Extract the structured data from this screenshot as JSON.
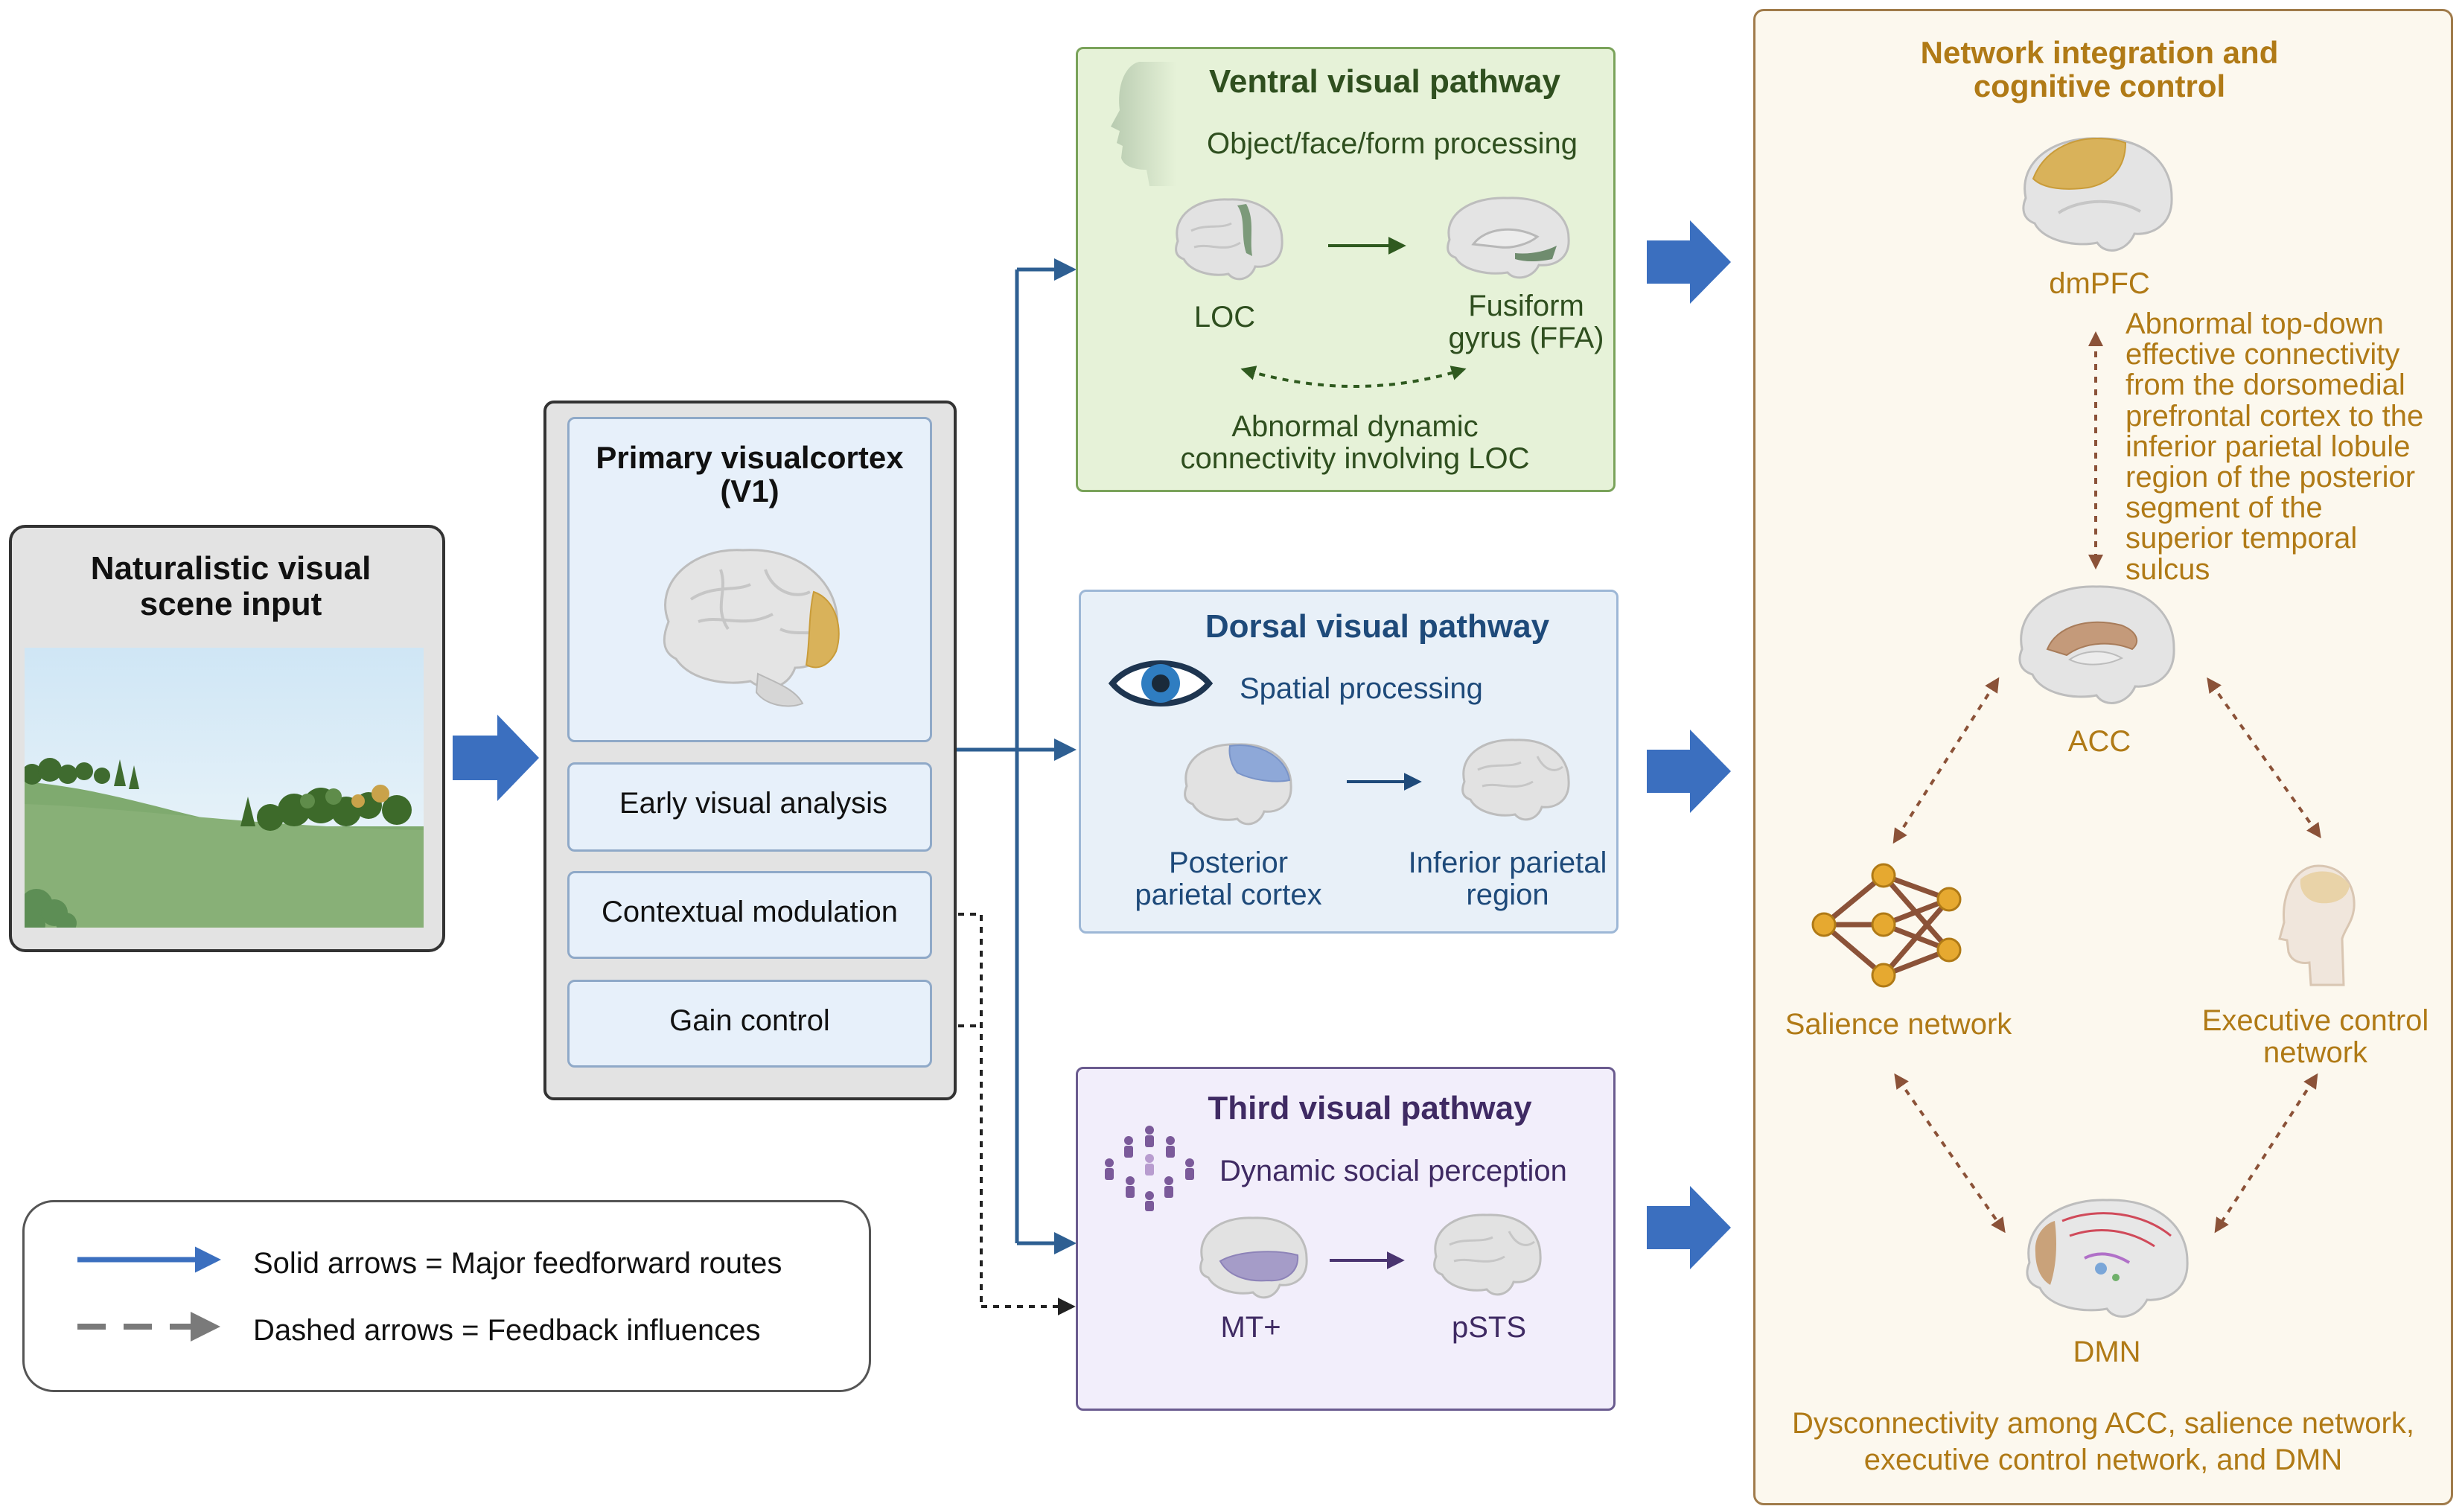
{
  "input_panel": {
    "title": "Naturalistic visual scene input"
  },
  "v1_panel": {
    "title": "Primary visualcortex (V1)",
    "items": [
      {
        "label": "Early visual analysis"
      },
      {
        "label": "Contextual modulation"
      },
      {
        "label": "Gain control"
      }
    ]
  },
  "legend": {
    "solid_label": "Solid arrows = Major feedforward routes",
    "dashed_label": "Dashed arrows = Feedback influences"
  },
  "ventral": {
    "title": "Ventral visual pathway",
    "subtitle": "Object/face/form processing",
    "node_a": "LOC",
    "node_b": "Fusiform gyrus (FFA)",
    "note": "Abnormal dynamic connectivity involving LOC"
  },
  "dorsal": {
    "title": "Dorsal visual pathway",
    "subtitle": "Spatial processing",
    "node_a": "Posterior parietal cortex",
    "node_b": "Inferior parietal region"
  },
  "third": {
    "title": "Third visual pathway",
    "subtitle": "Dynamic social perception",
    "node_a": "MT+",
    "node_b": "pSTS"
  },
  "network": {
    "title": "Network integration and cognitive control",
    "dmpfc": "dmPFC",
    "acc": "ACC",
    "salience": "Salience network",
    "executive": "Executive control network",
    "dmn": "DMN",
    "topdown_note": "Abnormal top-down effective connectivity from the dorsomedial prefrontal cortex to the inferior parietal lobule region of the posterior segment of the superior temporal sulcus",
    "bottom_note": "Dysconnectivity among ACC, salience network, executive control network, and DMN"
  },
  "colors": {
    "arrow_blue": "#3b6fbf",
    "ventral_fill": "#e6f2d8",
    "ventral_text": "#2f4f1f",
    "dorsal_fill": "#e8f0f8",
    "dorsal_text": "#1e4a7a",
    "third_fill": "#f2eefb",
    "third_text": "#3f2a63",
    "network_fill": "#fcf8ee",
    "network_text": "#b07a16",
    "network_arrow": "#8b5238"
  }
}
